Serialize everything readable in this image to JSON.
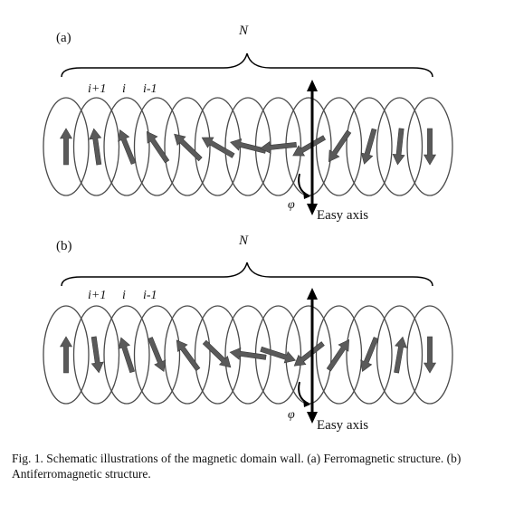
{
  "panel_a": {
    "label": "(a)",
    "count_label": "N",
    "index_labels": [
      "i+1",
      "i",
      "i-1"
    ],
    "angle_label": "φ",
    "axis_label": "Easy axis",
    "spin_angles_deg": [
      90,
      98,
      112,
      124,
      136,
      150,
      166,
      186,
      210,
      236,
      254,
      264,
      270
    ]
  },
  "panel_b": {
    "label": "(b)",
    "count_label": "N",
    "index_labels": [
      "i+1",
      "i",
      "i-1"
    ],
    "angle_label": "φ",
    "axis_label": "Easy axis",
    "spin_angles_deg": [
      90,
      278,
      108,
      292,
      126,
      316,
      172,
      342,
      218,
      56,
      248,
      80,
      270
    ]
  },
  "caption": "Fig. 1.   Schematic illustrations of the magnetic domain wall. (a) Ferromagnetic structure. (b) Antiferromagnetic structure."
}
